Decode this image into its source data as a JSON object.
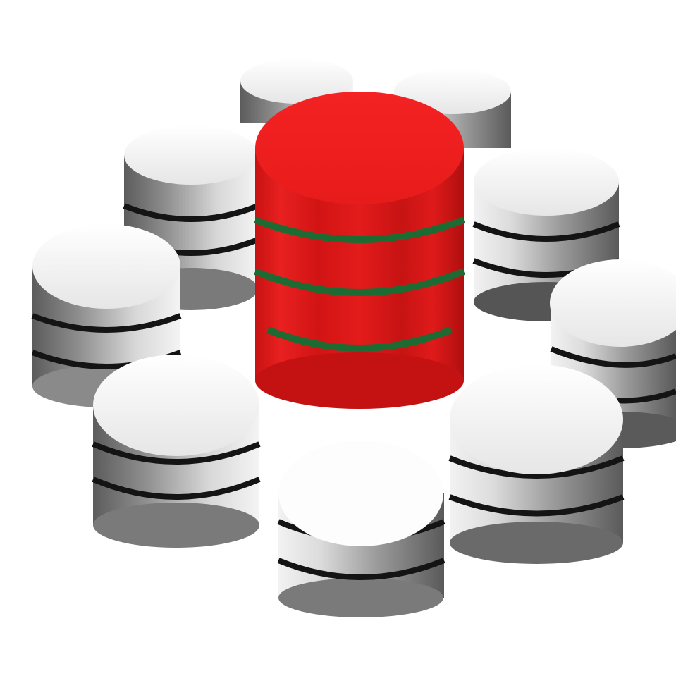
{
  "scene": {
    "subject": "database-cluster-illustration",
    "background": "#ffffff",
    "colors": {
      "primary_db": "#e11d1d",
      "primary_db_dark": "#9a0f0f",
      "primary_db_top": "#f01e1e",
      "primary_band": "#1d6b33",
      "secondary_db_light": "#f3f3f3",
      "secondary_db_dark": "#6a6a6a",
      "secondary_band": "#111111"
    },
    "cylinders": [
      {
        "role": "secondary",
        "icon": "database-icon",
        "bands": 0
      },
      {
        "role": "secondary",
        "icon": "database-icon",
        "bands": 0
      },
      {
        "role": "secondary",
        "icon": "database-icon",
        "bands": 2
      },
      {
        "role": "secondary",
        "icon": "database-icon",
        "bands": 2
      },
      {
        "role": "secondary",
        "icon": "database-icon",
        "bands": 2
      },
      {
        "role": "secondary",
        "icon": "database-icon",
        "bands": 2
      },
      {
        "role": "primary",
        "icon": "database-icon",
        "bands": 3
      },
      {
        "role": "secondary",
        "icon": "database-icon",
        "bands": 2
      },
      {
        "role": "secondary",
        "icon": "database-icon",
        "bands": 2
      },
      {
        "role": "secondary",
        "icon": "database-icon",
        "bands": 2
      }
    ]
  }
}
